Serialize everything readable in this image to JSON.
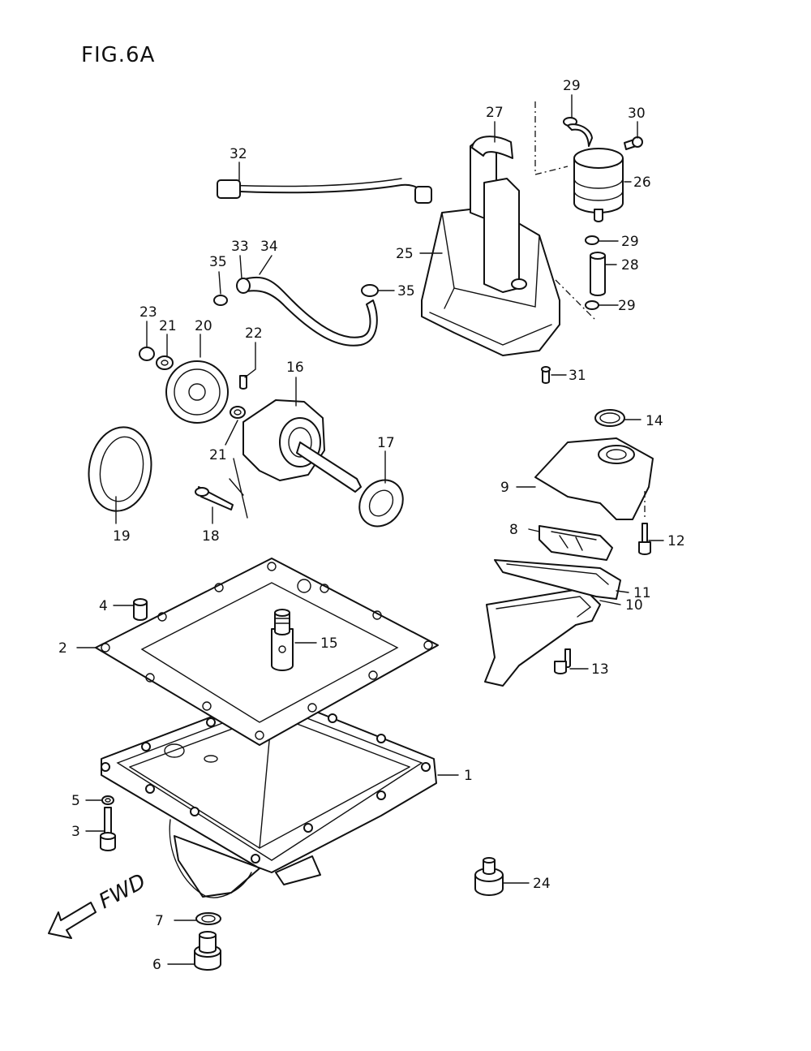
{
  "figure": {
    "title": "FIG.6A",
    "direction_label": "FWD"
  },
  "callouts": {
    "c1": "1",
    "c2": "2",
    "c3": "3",
    "c4": "4",
    "c5": "5",
    "c6": "6",
    "c7": "7",
    "c8": "8",
    "c9": "9",
    "c10": "10",
    "c11": "11",
    "c12": "12",
    "c13": "13",
    "c14": "14",
    "c15": "15",
    "c16": "16",
    "c17": "17",
    "c18": "18",
    "c19": "19",
    "c20": "20",
    "c21a": "21",
    "c21b": "21",
    "c22": "22",
    "c23": "23",
    "c24": "24",
    "c25": "25",
    "c26": "26",
    "c27": "27",
    "c28": "28",
    "c29a": "29",
    "c29b": "29",
    "c29c": "29",
    "c30": "30",
    "c31": "31",
    "c32": "32",
    "c33": "33",
    "c34": "34",
    "c35a": "35",
    "c35b": "35"
  }
}
